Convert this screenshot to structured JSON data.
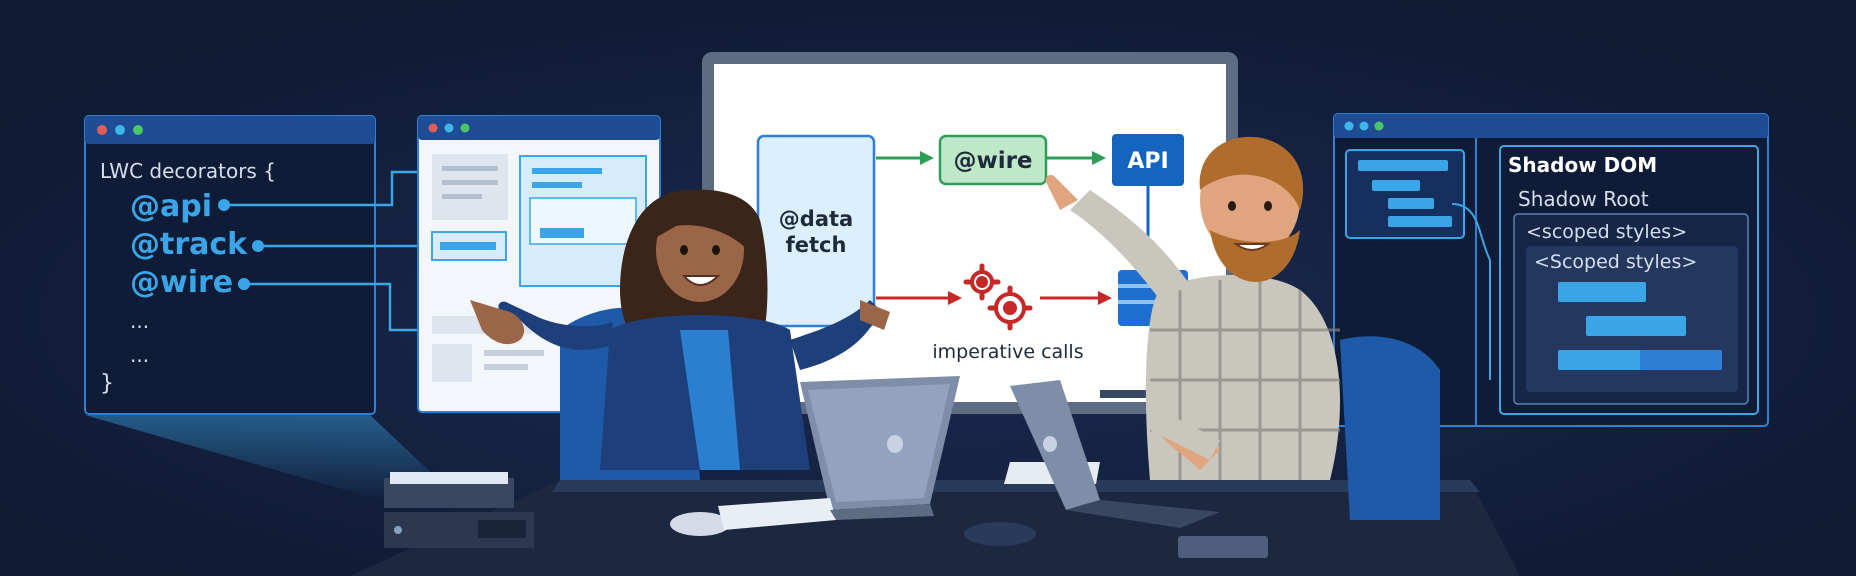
{
  "code_panel": {
    "header": "LWC decorators {",
    "decorators": [
      "@api",
      "@track",
      "@wire"
    ],
    "ellipsis": [
      "...",
      "..."
    ],
    "closing": "}"
  },
  "center_screen": {
    "data_fetch_label": "@data fetch",
    "data_fetch_line1": "@data",
    "data_fetch_line2": "fetch",
    "wire_label": "@wire",
    "api_label": "API",
    "imperative_label": "imperative calls"
  },
  "shadow_panel": {
    "title": "Shadow DOM",
    "root": "Shadow Root",
    "scoped_outer": "<scoped styles>",
    "scoped_inner": "<Scoped styles>"
  },
  "colors": {
    "background": "#0f1a33",
    "accent_blue": "#3aa6e8",
    "wire_green": "#2e9e57",
    "api_blue": "#1565c0",
    "imperative_red": "#c62828"
  }
}
